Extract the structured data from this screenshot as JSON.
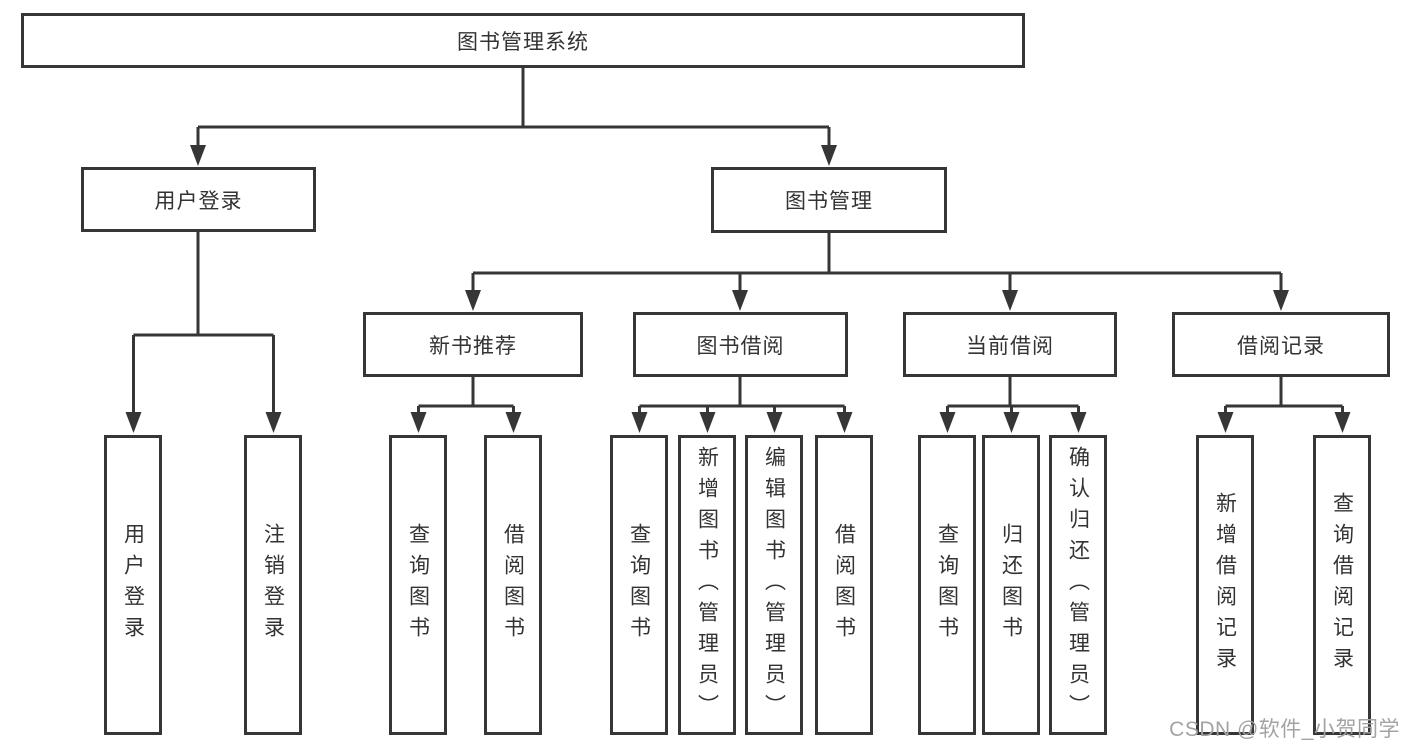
{
  "tree": {
    "root": {
      "label": "图书管理系统"
    },
    "branches": [
      {
        "label": "用户登录",
        "children": [
          {
            "label": "用户登录"
          },
          {
            "label": "注销登录"
          }
        ]
      },
      {
        "label": "图书管理",
        "children": [
          {
            "label": "新书推荐",
            "children": [
              {
                "label": "查询图书"
              },
              {
                "label": "借阅图书"
              }
            ]
          },
          {
            "label": "图书借阅",
            "children": [
              {
                "label": "查询图书"
              },
              {
                "label": "新增图书（管理员）"
              },
              {
                "label": "编辑图书（管理员）"
              },
              {
                "label": "借阅图书"
              }
            ]
          },
          {
            "label": "当前借阅",
            "children": [
              {
                "label": "查询图书"
              },
              {
                "label": "归还图书"
              },
              {
                "label": "确认归还（管理员）"
              }
            ]
          },
          {
            "label": "借阅记录",
            "children": [
              {
                "label": "新增借阅记录"
              },
              {
                "label": "查询借阅记录"
              }
            ]
          }
        ]
      }
    ]
  },
  "watermark": {
    "text": "CSDN @软件_小贺同学"
  },
  "colors": {
    "line": "#363636",
    "text": "#333333",
    "watermark": "#a3a3a3",
    "background": "#ffffff"
  }
}
